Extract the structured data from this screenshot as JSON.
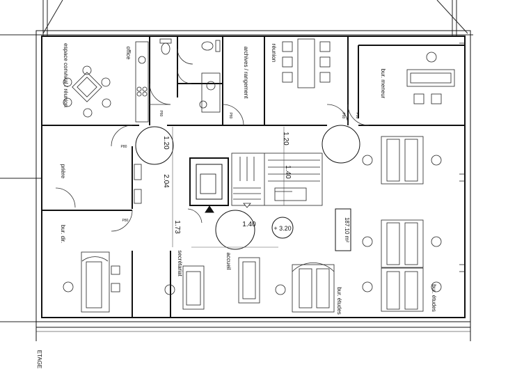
{
  "rooms": {
    "espace_convivial": "espace convivial / réunion",
    "office": "office",
    "archives": "archives / rangement",
    "reunion": "réunion",
    "bur_meneur": "bur. meneur",
    "priere": "prière",
    "bur_dir": "bur. dir.",
    "secretariat": "secrétariat",
    "accueil": "accueil",
    "bur_etudes_1": "bur. études",
    "bur_etudes_2": "bur. études"
  },
  "dimensions": {
    "d1": "1.20",
    "d2": "1.20",
    "d3": "2.04",
    "d4": "1.40",
    "d5": "1.73",
    "d6": "1.40"
  },
  "level": "+ 3.20",
  "area": "187.10 m²",
  "doors": {
    "p80": "P80"
  },
  "sheet_label": "ETAGE"
}
